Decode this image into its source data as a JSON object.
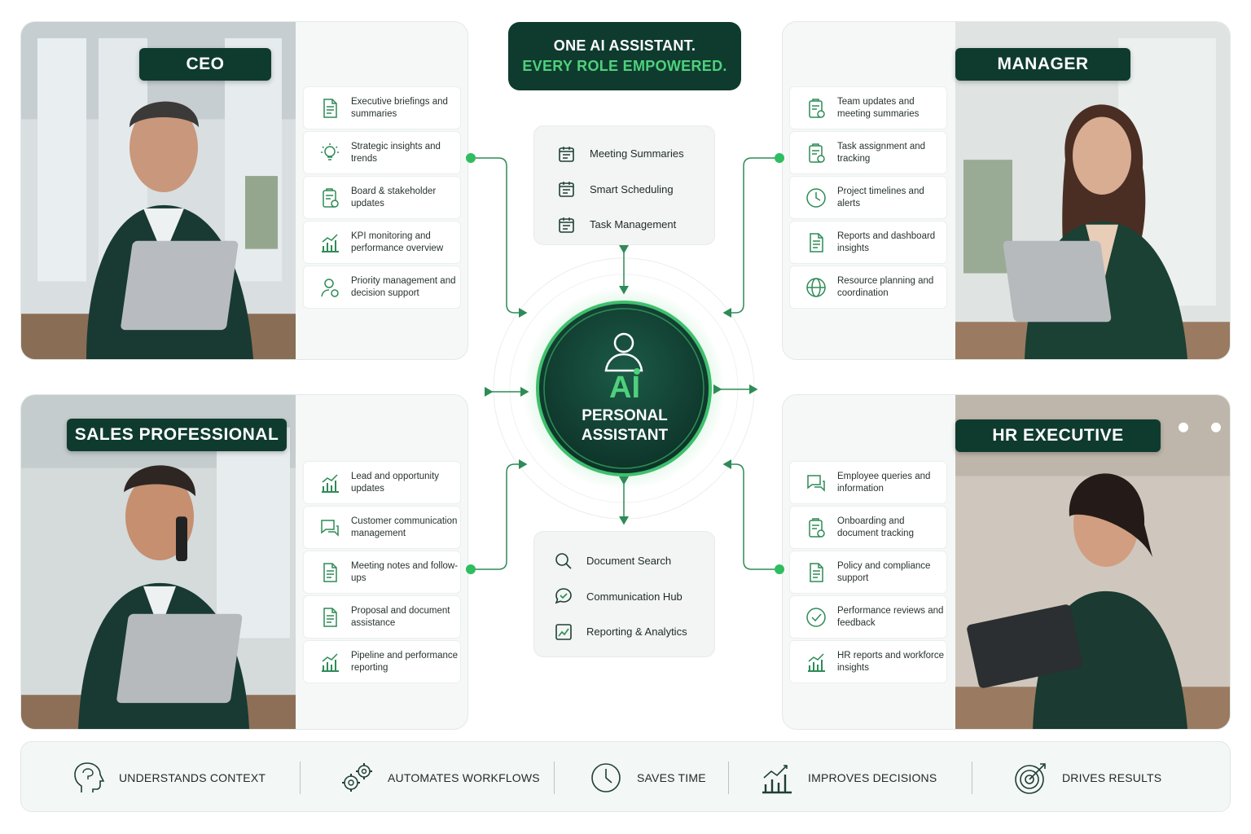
{
  "header": {
    "line1": "ONE AI ASSISTANT.",
    "line2": "EVERY ROLE EMPOWERED."
  },
  "colors": {
    "dark_green": "#0f3b2f",
    "accent_green": "#4fd07c",
    "icon_green": "#2e8b57"
  },
  "hub": {
    "ai": "AI",
    "line1": "PERSONAL",
    "line2": "ASSISTANT",
    "icon": "user-icon"
  },
  "features_top": [
    {
      "label": "Meeting Summaries",
      "icon": "calendar-doc-icon"
    },
    {
      "label": "Smart Scheduling",
      "icon": "calendar-grid-icon"
    },
    {
      "label": "Task Management",
      "icon": "calendar-check-icon"
    }
  ],
  "features_bottom": [
    {
      "label": "Document Search",
      "icon": "search-icon"
    },
    {
      "label": "Communication Hub",
      "icon": "chat-icon"
    },
    {
      "label": "Reporting & Analytics",
      "icon": "chart-icon"
    }
  ],
  "roles": {
    "ceo": {
      "title": "CEO",
      "items": [
        {
          "label": "Executive briefings and summaries",
          "icon": "document-icon"
        },
        {
          "label": "Strategic insights and trends",
          "icon": "lightbulb-icon"
        },
        {
          "label": "Board & stakeholder updates",
          "icon": "clipboard-icon"
        },
        {
          "label": "KPI monitoring and performance overview",
          "icon": "bar-chart-icon"
        },
        {
          "label": "Priority management and decision support",
          "icon": "person-gear-icon"
        }
      ]
    },
    "manager": {
      "title": "MANAGER",
      "items": [
        {
          "label": "Team updates and meeting summaries",
          "icon": "clipboard-icon"
        },
        {
          "label": "Task assignment and tracking",
          "icon": "checklist-icon"
        },
        {
          "label": "Project timelines and alerts",
          "icon": "clock-icon"
        },
        {
          "label": "Reports and dashboard insights",
          "icon": "report-icon"
        },
        {
          "label": "Resource planning and coordination",
          "icon": "network-icon"
        }
      ]
    },
    "sales": {
      "title": "SALES PROFESSIONAL",
      "items": [
        {
          "label": "Lead and opportunity updates",
          "icon": "trend-icon"
        },
        {
          "label": "Customer communication management",
          "icon": "chat-icon"
        },
        {
          "label": "Meeting notes and follow-ups",
          "icon": "notes-icon"
        },
        {
          "label": "Proposal and document assistance",
          "icon": "document-icon"
        },
        {
          "label": "Pipeline and performance reporting",
          "icon": "bar-chart-icon"
        }
      ]
    },
    "hr": {
      "title": "HR EXECUTIVE",
      "items": [
        {
          "label": "Employee queries and information",
          "icon": "person-chat-icon"
        },
        {
          "label": "Onboarding and document tracking",
          "icon": "clipboard-icon"
        },
        {
          "label": "Policy and compliance support",
          "icon": "document-check-icon"
        },
        {
          "label": "Performance reviews and feedback",
          "icon": "check-circle-icon"
        },
        {
          "label": "HR reports and workforce insights",
          "icon": "bar-chart-icon"
        }
      ]
    }
  },
  "benefits": [
    {
      "label": "UNDERSTANDS CONTEXT",
      "icon": "head-brain-icon"
    },
    {
      "label": "AUTOMATES WORKFLOWS",
      "icon": "gears-icon"
    },
    {
      "label": "SAVES TIME",
      "icon": "clock-icon"
    },
    {
      "label": "IMPROVES DECISIONS",
      "icon": "bar-chart-icon"
    },
    {
      "label": "DRIVES RESULTS",
      "icon": "target-icon"
    }
  ]
}
